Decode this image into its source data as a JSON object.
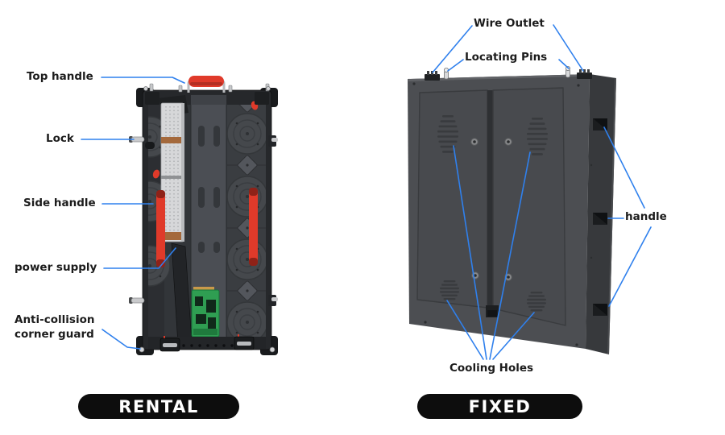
{
  "figure": {
    "left": {
      "badge": "RENTAL",
      "labels": {
        "top_handle": "Top handle",
        "lock": "Lock",
        "side_handle": "Side handle",
        "power_supply": "power supply",
        "anti_collision": "Anti-collision corner guard"
      }
    },
    "right": {
      "badge": "FIXED",
      "labels": {
        "wire_outlet": "Wire Outlet",
        "locating_pins": "Locating Pins",
        "handle": "handle",
        "cooling_holes": "Cooling Holes"
      }
    }
  },
  "colors": {
    "background": "#ffffff",
    "leader_line": "#2f80ed",
    "label_text": "#1c1c1c",
    "badge_bg": "#0d0d0d",
    "badge_text": "#ffffff",
    "accent_red": "#e03a2a",
    "pcb_green": "#2f9e52",
    "cabinet_gray": "#4c4e52"
  }
}
